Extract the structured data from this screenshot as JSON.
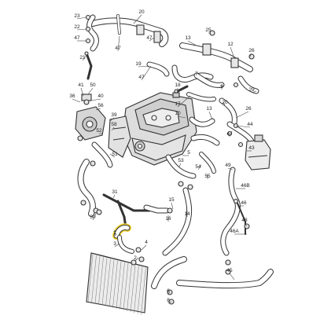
{
  "diagram": {
    "callouts": [
      {
        "id": "c20a",
        "text": "20"
      },
      {
        "id": "c23",
        "text": "23"
      },
      {
        "id": "c22",
        "text": "22"
      },
      {
        "id": "c47a",
        "text": "47"
      },
      {
        "id": "c47b",
        "text": "47"
      },
      {
        "id": "c47c",
        "text": "47"
      },
      {
        "id": "c47d",
        "text": "47"
      },
      {
        "id": "c13a",
        "text": "13"
      },
      {
        "id": "c25",
        "text": "25"
      },
      {
        "id": "c12",
        "text": "12"
      },
      {
        "id": "c26a",
        "text": "26"
      },
      {
        "id": "c21",
        "text": "21"
      },
      {
        "id": "c19",
        "text": "19"
      },
      {
        "id": "c7",
        "text": "7"
      },
      {
        "id": "c9",
        "text": "9"
      },
      {
        "id": "c29",
        "text": "29"
      },
      {
        "id": "c41",
        "text": "41"
      },
      {
        "id": "c50",
        "text": "50"
      },
      {
        "id": "c36",
        "text": "36"
      },
      {
        "id": "c40",
        "text": "40"
      },
      {
        "id": "c56",
        "text": "56"
      },
      {
        "id": "c39",
        "text": "39"
      },
      {
        "id": "c58",
        "text": "58"
      },
      {
        "id": "c18",
        "text": "18"
      },
      {
        "id": "c17",
        "text": "17"
      },
      {
        "id": "c13b",
        "text": "13"
      },
      {
        "id": "c10",
        "text": "10"
      },
      {
        "id": "c20b",
        "text": "20"
      },
      {
        "id": "c26b",
        "text": "26"
      },
      {
        "id": "c44",
        "text": "44"
      },
      {
        "id": "c47e",
        "text": "47"
      },
      {
        "id": "c43",
        "text": "43"
      },
      {
        "id": "c52",
        "text": "52"
      },
      {
        "id": "c51",
        "text": "51"
      },
      {
        "id": "c5",
        "text": "5"
      },
      {
        "id": "c53",
        "text": "53"
      },
      {
        "id": "c54",
        "text": "54"
      },
      {
        "id": "c55",
        "text": "55"
      },
      {
        "id": "c49",
        "text": "49"
      },
      {
        "id": "c46B",
        "text": "46B"
      },
      {
        "id": "c46",
        "text": "46"
      },
      {
        "id": "c15",
        "text": "15"
      },
      {
        "id": "c14",
        "text": "14"
      },
      {
        "id": "c16",
        "text": "16"
      },
      {
        "id": "c31",
        "text": "31"
      },
      {
        "id": "c30",
        "text": "30"
      },
      {
        "id": "c48",
        "text": "48"
      },
      {
        "id": "c46A",
        "text": "46A"
      },
      {
        "id": "c1",
        "text": "1"
      },
      {
        "id": "c3",
        "text": "3"
      },
      {
        "id": "c2",
        "text": "2"
      },
      {
        "id": "c4",
        "text": "4"
      },
      {
        "id": "c6",
        "text": "6"
      },
      {
        "id": "c45",
        "text": "45"
      },
      {
        "id": "c8",
        "text": "8"
      }
    ],
    "highlighted_part": "1",
    "colors": {
      "line": "#333333",
      "hose_fill": "#ffffff",
      "metal": "#e6e6e6",
      "engine": "#dddddd",
      "highlight": "#f2d230"
    }
  }
}
